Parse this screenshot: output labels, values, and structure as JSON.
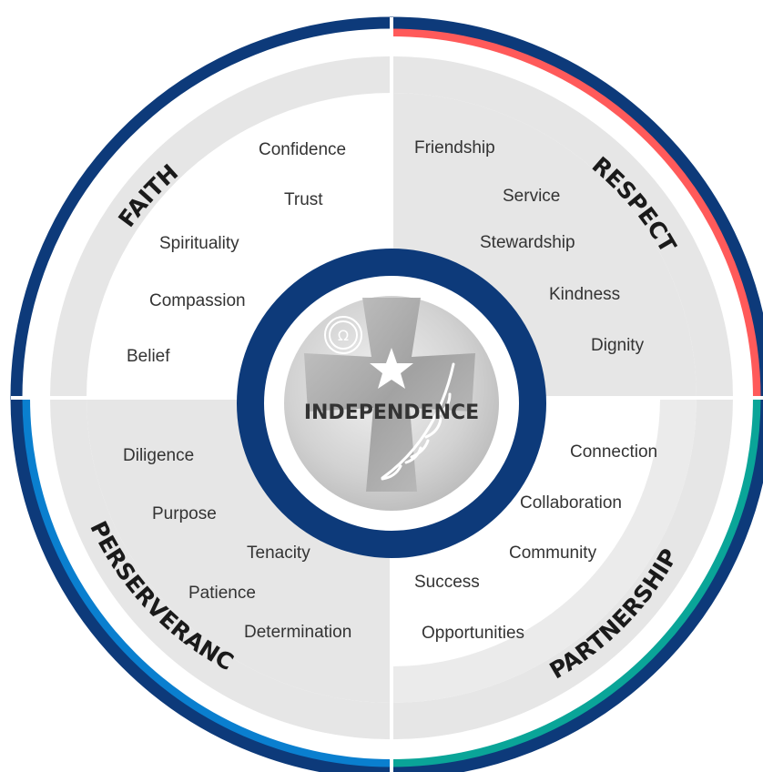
{
  "center": {
    "label": "INDEPENDENCE"
  },
  "quadrants": {
    "faith": {
      "label": "FAITH",
      "color": "#ffffff",
      "words": [
        "Confidence",
        "Trust",
        "Spirituality",
        "Compassion",
        "Belief"
      ]
    },
    "respect": {
      "label": "RESPECT",
      "color": "#ff5a5a",
      "words": [
        "Friendship",
        "Service",
        "Stewardship",
        "Kindness",
        "Dignity"
      ]
    },
    "perserverance": {
      "label": "PERSERVERANCE",
      "color": "#0a7fcf",
      "words": [
        "Diligence",
        "Purpose",
        "Tenacity",
        "Patience",
        "Determination"
      ]
    },
    "partnership": {
      "label": "PARTNERSHIP",
      "color": "#0aa598",
      "words": [
        "Connection",
        "Collaboration",
        "Community",
        "Success",
        "Opportunities"
      ]
    }
  },
  "colors": {
    "navy": "#0d3a7a",
    "panel_grey": "#e6e6e6",
    "text": "#333333"
  },
  "icons": [
    "cross-emblem-icon",
    "star-icon",
    "olive-branch-icon",
    "omega-badge-icon"
  ]
}
